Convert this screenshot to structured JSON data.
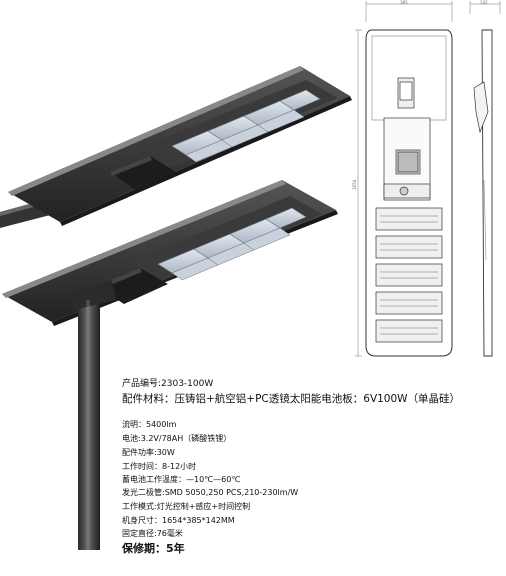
{
  "drawing": {
    "width_dim": "385",
    "depth_dim": "142",
    "length_dim": "1654"
  },
  "specs": {
    "product_code": "产品编号:2303-100W",
    "materials": "配件材料：压铸铝+航空铝+PC透镜太阳能电池板：6V100W（单晶硅）",
    "lumen": "流明：5400lm",
    "battery": "电池:3.2V/78AH（磷酸铁锂）",
    "power": "配件功率:30W",
    "work_time": "工作时间：8-12小时",
    "battery_temp": "蓄电池工作温度：—10℃—60℃",
    "led": "发光二极管:SMD 5050,250 PCS,210-230lm/W",
    "work_mode": "工作模式:灯光控制+感应+时间控制",
    "size": "机身尺寸：1654*385*142MM",
    "pole_diameter": "固定直径:76毫米",
    "warranty": "保修期：5年"
  }
}
